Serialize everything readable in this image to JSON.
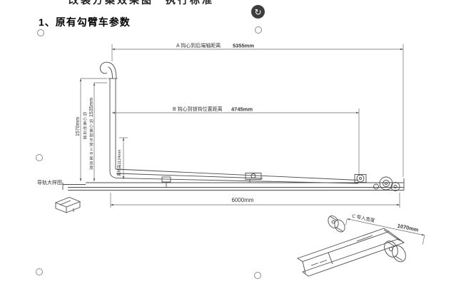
{
  "page": {
    "background": "#ffffff",
    "clipped_text": "改装方案效果图　执行标准",
    "heading": "1、原有勾臂车参数"
  },
  "canvas": {
    "rotate_glyph": "↻"
  },
  "diagram": {
    "stroke_color": "#4c4c4c",
    "dim_color": "#6a6a6a",
    "dim_a": {
      "prefix": "A 钩心到后端轴距离",
      "value": "5355mm"
    },
    "dim_b": {
      "prefix": "B 钩心到锁钩位置距离",
      "value": "4745mm"
    },
    "dim_c": {
      "prefix": "C 导入宽度",
      "value": "1070mm"
    },
    "height_outer": {
      "value": "1570mm",
      "note": "钩心离地高度"
    },
    "height_inner": {
      "value": "1535mm",
      "note": "钩心离副车架上平面高度"
    },
    "hook_clearance": "离地高1124mm",
    "overall_length": "6000mm",
    "rail_detail_label": "导轨大样图"
  }
}
